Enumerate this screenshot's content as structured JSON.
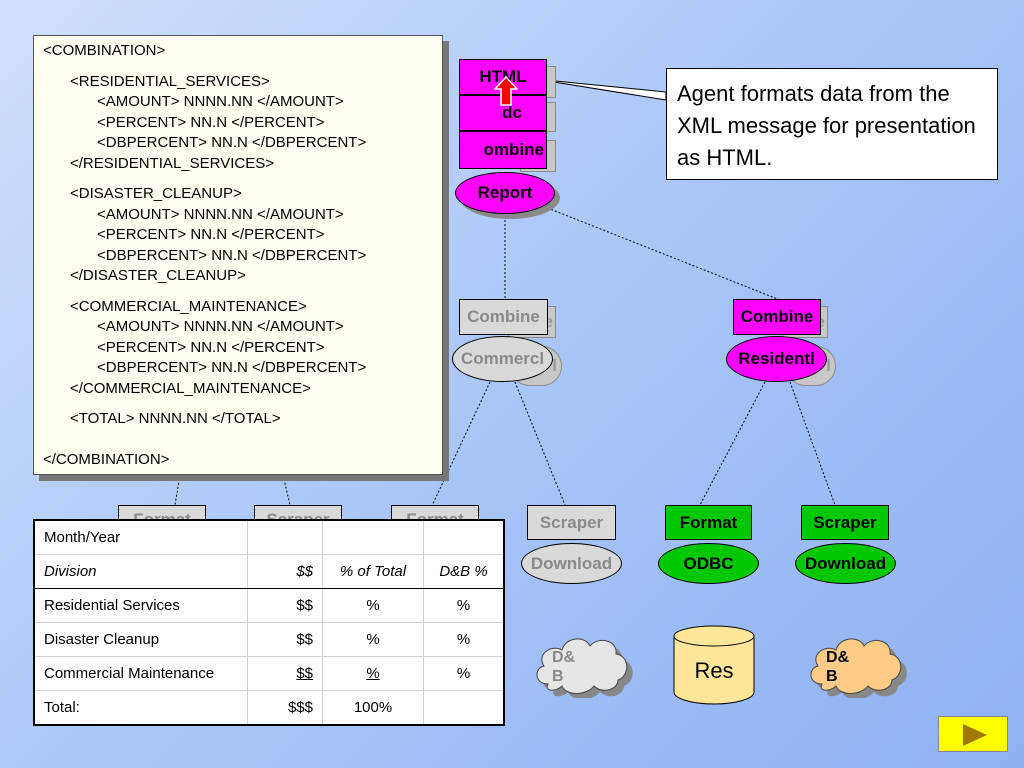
{
  "xml_listing": {
    "lines": [
      "<COMBINATION>",
      "<RESIDENTIAL_SERVICES>",
      "<AMOUNT>  NNNN.NN  </AMOUNT>",
      "<PERCENT> NN.N </PERCENT>",
      "<DBPERCENT> NN.N </DBPERCENT>",
      "</RESIDENTIAL_SERVICES>",
      "<DISASTER_CLEANUP>",
      "<AMOUNT> NNNN.NN </AMOUNT>",
      "<PERCENT> NN.N </PERCENT>",
      "<DBPERCENT> NN.N </DBPERCENT>",
      "</DISASTER_CLEANUP>",
      "<COMMERCIAL_MAINTENANCE>",
      "<AMOUNT>  NNNN.NN  </AMOUNT>",
      "<PERCENT> NN.N </PERCENT>",
      "<DBPERCENT> NN.N </DBPERCENT>",
      "</COMMERCIAL_MAINTENANCE>",
      "<TOTAL> NNNN.NN </TOTAL>",
      "</COMBINATION>"
    ]
  },
  "callout": {
    "text": "Agent formats data from the XML message for presentation as HTML."
  },
  "top_agent": {
    "html_label": "HTML",
    "dc_label": "dc",
    "combine_label": "ombine",
    "report_label": "Report",
    "ghost_e": "e"
  },
  "commercial_agent": {
    "combine_label": "Combine",
    "commercl_label": "Commercl",
    "ghost_e": "e",
    "ghost_l": "l"
  },
  "residential_agent": {
    "combine_label": "Combine",
    "residentl_label": "Residentl",
    "ghost_e": "e",
    "ghost_l": "l"
  },
  "hidden_boxes": {
    "format_1": "Format",
    "scraper_1": "Scraper",
    "format_2": "Format"
  },
  "commercial_leaf": {
    "scraper_label": "Scraper",
    "download_label": "Download",
    "cloud_label": "D&\nB"
  },
  "residential_leaves": {
    "format_label": "Format",
    "odbc_label": "ODBC",
    "scraper_label": "Scraper",
    "download_label": "Download",
    "res_label": "Res",
    "cloud_label": "D&\nB"
  },
  "table": {
    "header": [
      "Month/Year",
      "",
      "",
      ""
    ],
    "columns": [
      "Division",
      "$$",
      "% of Total",
      "D&B %"
    ],
    "rows": [
      [
        "Residential Services",
        "$$",
        "%",
        "%"
      ],
      [
        "Disaster Cleanup",
        "$$",
        "%",
        "%"
      ],
      [
        "Commercial Maintenance",
        "$$",
        "%",
        "%"
      ]
    ],
    "total": [
      "Total:",
      "$$$",
      "100%",
      ""
    ]
  },
  "colors": {
    "agent_active": "#ff00ff",
    "agent_inactive": "#d9d9d9",
    "leaf_active": "#00c800",
    "cloud_orange": "#ffcc88",
    "cylinder": "#ffe699",
    "next_button": "#ffff00"
  },
  "icons": {
    "next": "play-triangle-icon",
    "pointer": "up-arrow-icon"
  }
}
